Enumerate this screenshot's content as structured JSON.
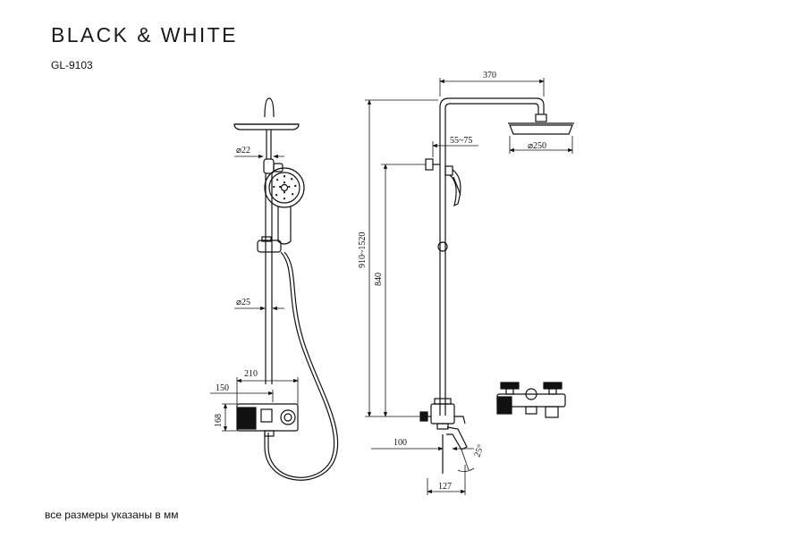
{
  "header": {
    "brand": "BLACK & WHITE",
    "model": "GL-9103"
  },
  "footer": {
    "note": "все размеры указаны в мм"
  },
  "dimensions": {
    "overhead_diameter": "⌀22",
    "bar_diameter": "⌀25",
    "mixer_width": "210",
    "mixer_depth": "150",
    "mixer_height": "168",
    "arm_length": "370",
    "head_diameter": "⌀250",
    "wall_offset": "55~75",
    "total_height": "910~1520",
    "mixer_to_holder": "840",
    "spout_reach": "100",
    "spout_projection": "127",
    "spout_angle": "25°"
  }
}
